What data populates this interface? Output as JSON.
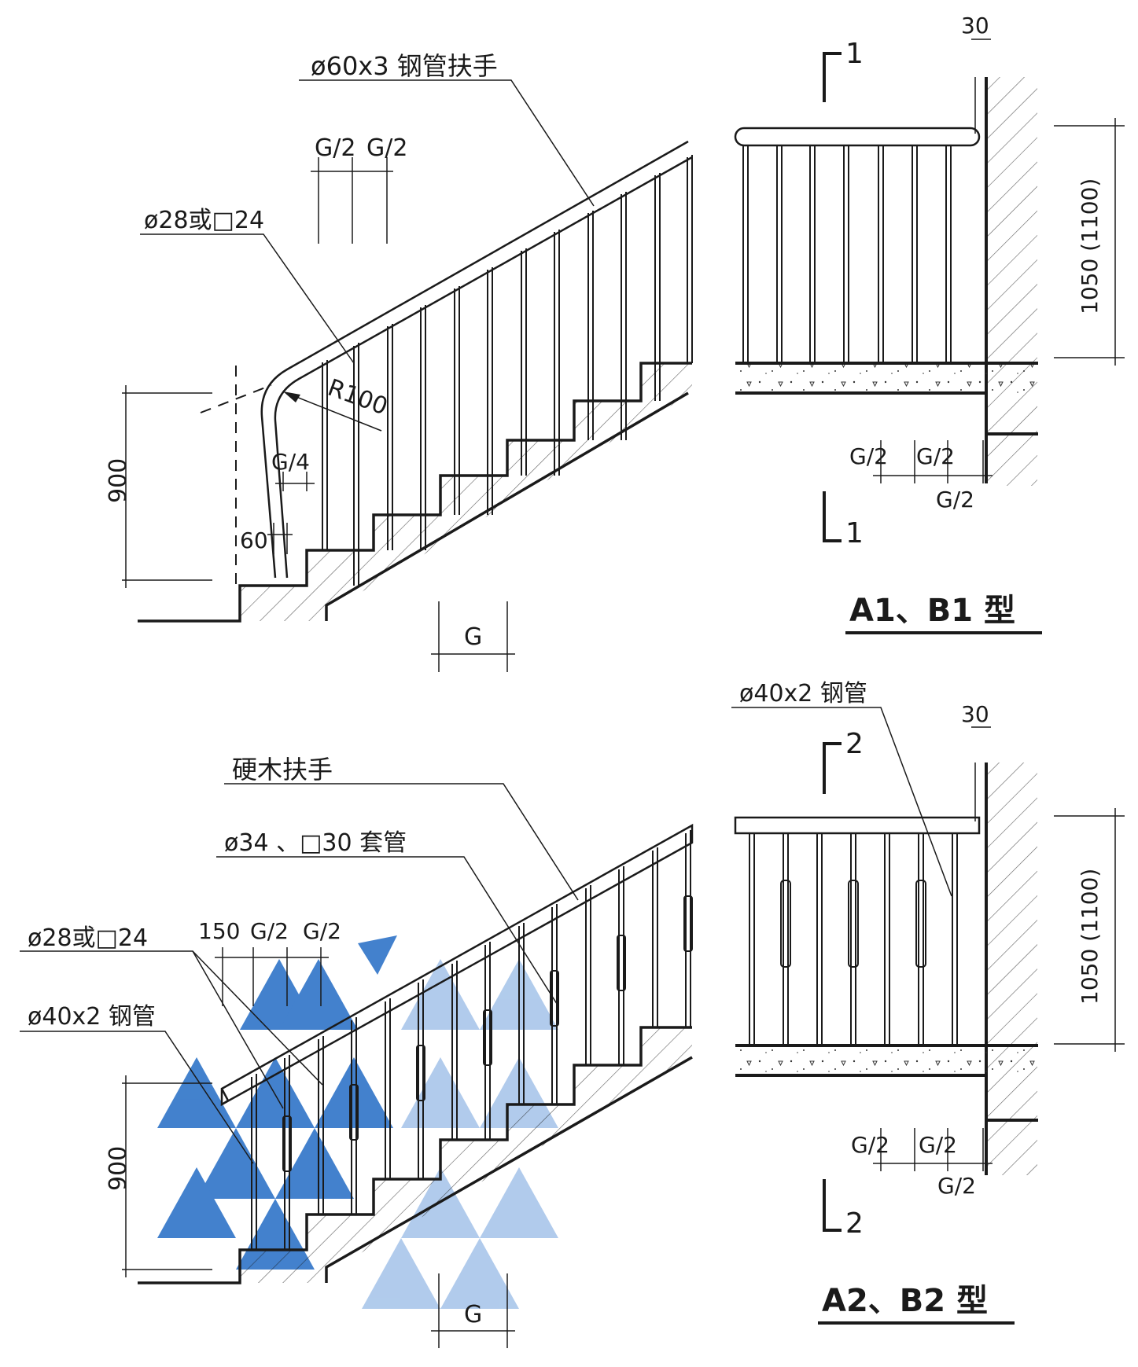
{
  "top": {
    "handrail_label": "ø60x3 钢管扶手",
    "spacing_label_a": "G/2",
    "spacing_label_b": "G/2",
    "baluster_label": "ø28或□24",
    "radius_label": "R100",
    "offset_label": "G/4",
    "post_label": "60",
    "height_label": "900",
    "tread_label": "G",
    "section_mark_top": "1",
    "section_mark_bottom": "1",
    "wall_offset": "30",
    "section_height": "1050 (1100)",
    "section_spacing_a": "G/2",
    "section_spacing_b": "G/2",
    "section_spacing_c": "G/2",
    "type_title": "A1、B1 型"
  },
  "bottom": {
    "pipe_label_section": "ø40x2 钢管",
    "wall_offset": "30",
    "section_mark_top": "2",
    "section_mark_bottom": "2",
    "handrail_label": "硬木扶手",
    "sleeve_label": "ø34 、□30 套管",
    "dim_150": "150",
    "spacing_label_a": "G/2",
    "spacing_label_b": "G/2",
    "baluster_label": "ø28或□24",
    "pipe_label": "ø40x2 钢管",
    "height_label": "900",
    "tread_label": "G",
    "section_height": "1050 (1100)",
    "section_spacing_a": "G/2",
    "section_spacing_b": "G/2",
    "section_spacing_c": "G/2",
    "type_title": "A2、B2 型"
  },
  "colors": {
    "ink": "#1a1a1a",
    "watermark_dark": "#2f74c8",
    "watermark_light": "#a9c6ea"
  }
}
